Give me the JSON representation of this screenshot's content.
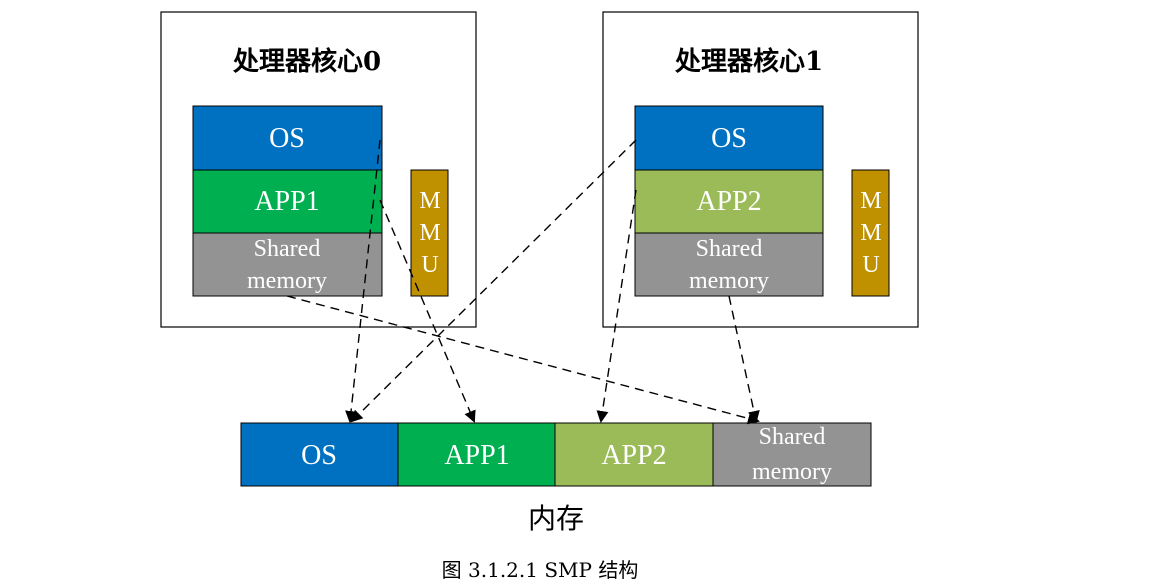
{
  "cores": [
    {
      "title": "处理器核心0",
      "blocks": [
        {
          "label": "OS",
          "color": "#0070c0"
        },
        {
          "label": "APP1",
          "color": "#00b050"
        },
        {
          "label_line1": "Shared",
          "label_line2": "memory",
          "color": "#939393"
        }
      ],
      "mmu": {
        "letters": [
          "M",
          "M",
          "U"
        ],
        "color": "#bf9000"
      }
    },
    {
      "title": "处理器核心1",
      "blocks": [
        {
          "label": "OS",
          "color": "#0070c0"
        },
        {
          "label": "APP2",
          "color": "#9bbb59"
        },
        {
          "label_line1": "Shared",
          "label_line2": "memory",
          "color": "#939393"
        }
      ],
      "mmu": {
        "letters": [
          "M",
          "M",
          "U"
        ],
        "color": "#bf9000"
      }
    }
  ],
  "memory": {
    "blocks": [
      {
        "label": "OS",
        "color": "#0070c0"
      },
      {
        "label": "APP1",
        "color": "#00b050"
      },
      {
        "label": "APP2",
        "color": "#9bbb59"
      },
      {
        "label_line1": "Shared",
        "label_line2": "memory",
        "color": "#939393"
      }
    ],
    "title": "内存"
  },
  "caption": "图 3.1.2.1  SMP 结构",
  "colors": {
    "border": "#000000",
    "background": "#ffffff"
  }
}
